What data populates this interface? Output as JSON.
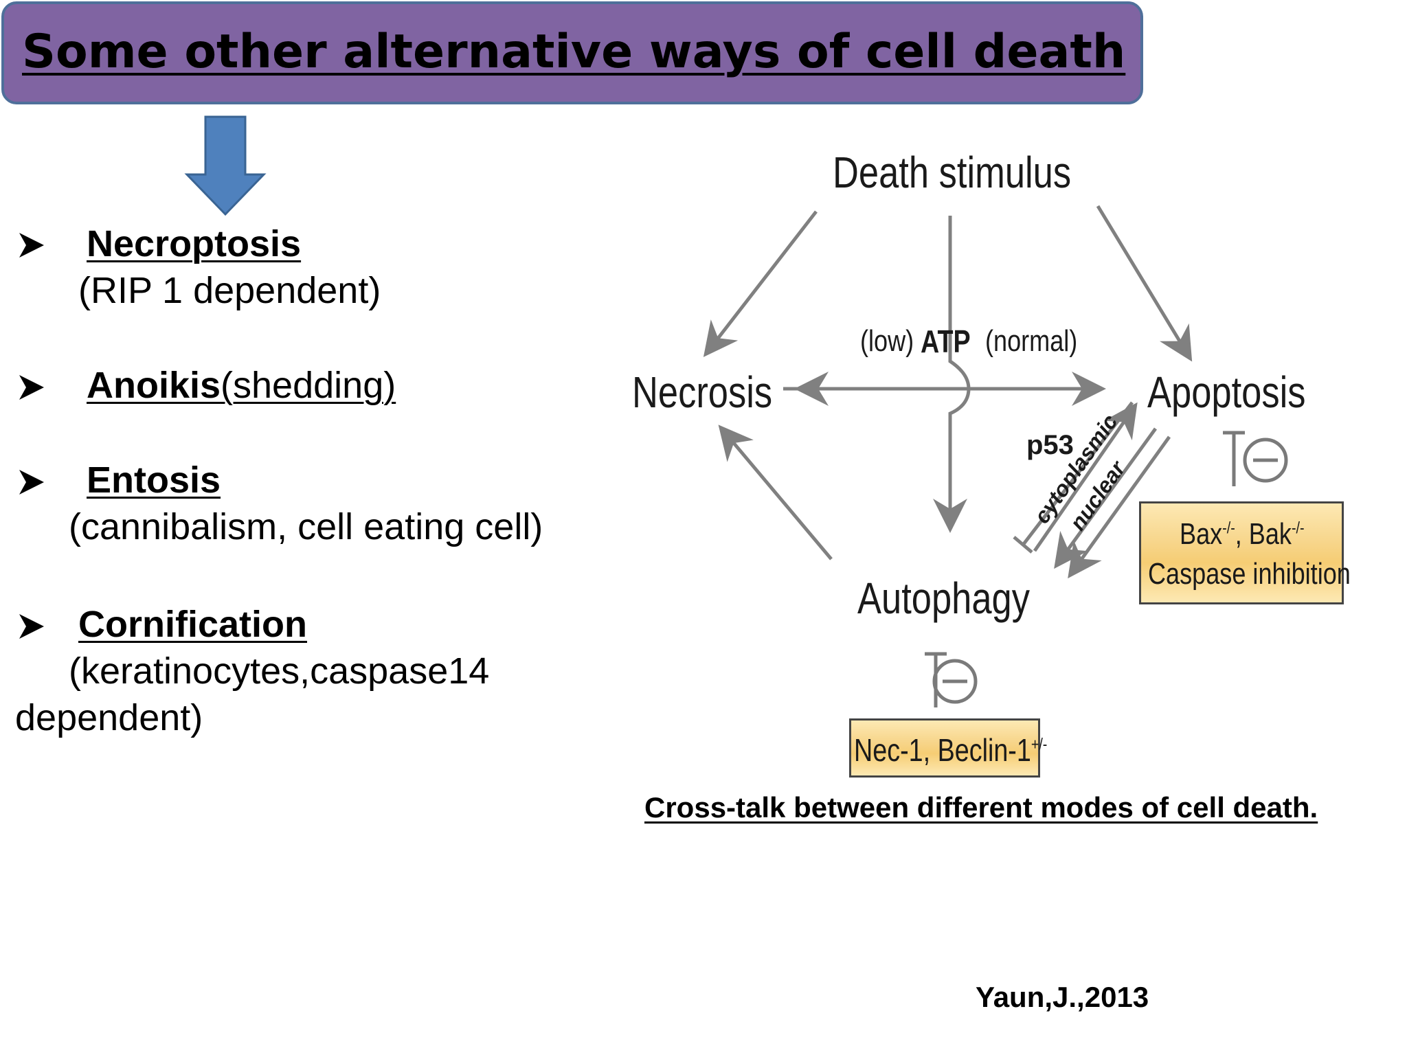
{
  "title": "Some other alternative ways of cell death",
  "items": [
    {
      "title": "Necroptosis",
      "inline": "",
      "sub": "(RIP 1 dependent)",
      "sub2": ""
    },
    {
      "title": "Anoikis",
      "inline": "(shedding)",
      "sub": "",
      "sub2": ""
    },
    {
      "title": "Entosis",
      "inline": "",
      "sub": "(cannibalism, cell eating cell)",
      "sub2": ""
    },
    {
      "title": "Cornification",
      "inline": "",
      "sub": "(keratinocytes,caspase14",
      "sub2": "dependent)"
    }
  ],
  "diagram": {
    "death_stimulus": "Death stimulus",
    "necrosis": "Necrosis",
    "apoptosis": "Apoptosis",
    "autophagy": "Autophagy",
    "atp_low": "(low)",
    "atp": "ATP",
    "atp_normal": "(normal)",
    "p53": "p53",
    "cytoplasmic": "cytoplasmic",
    "nuclear": "nuclear",
    "apoptosis_box_line1": "Bax",
    "apoptosis_box_sup1": "-/-",
    "apoptosis_box_sep": ", Bak",
    "apoptosis_box_sup2": "-/-",
    "apoptosis_box_line2": "Caspase inhibition",
    "autophagy_box": "Nec-1, Beclin-1",
    "autophagy_box_sup": "+/-"
  },
  "caption": "Cross-talk between different modes of cell death.",
  "citation": "Yaun,J.,2013"
}
